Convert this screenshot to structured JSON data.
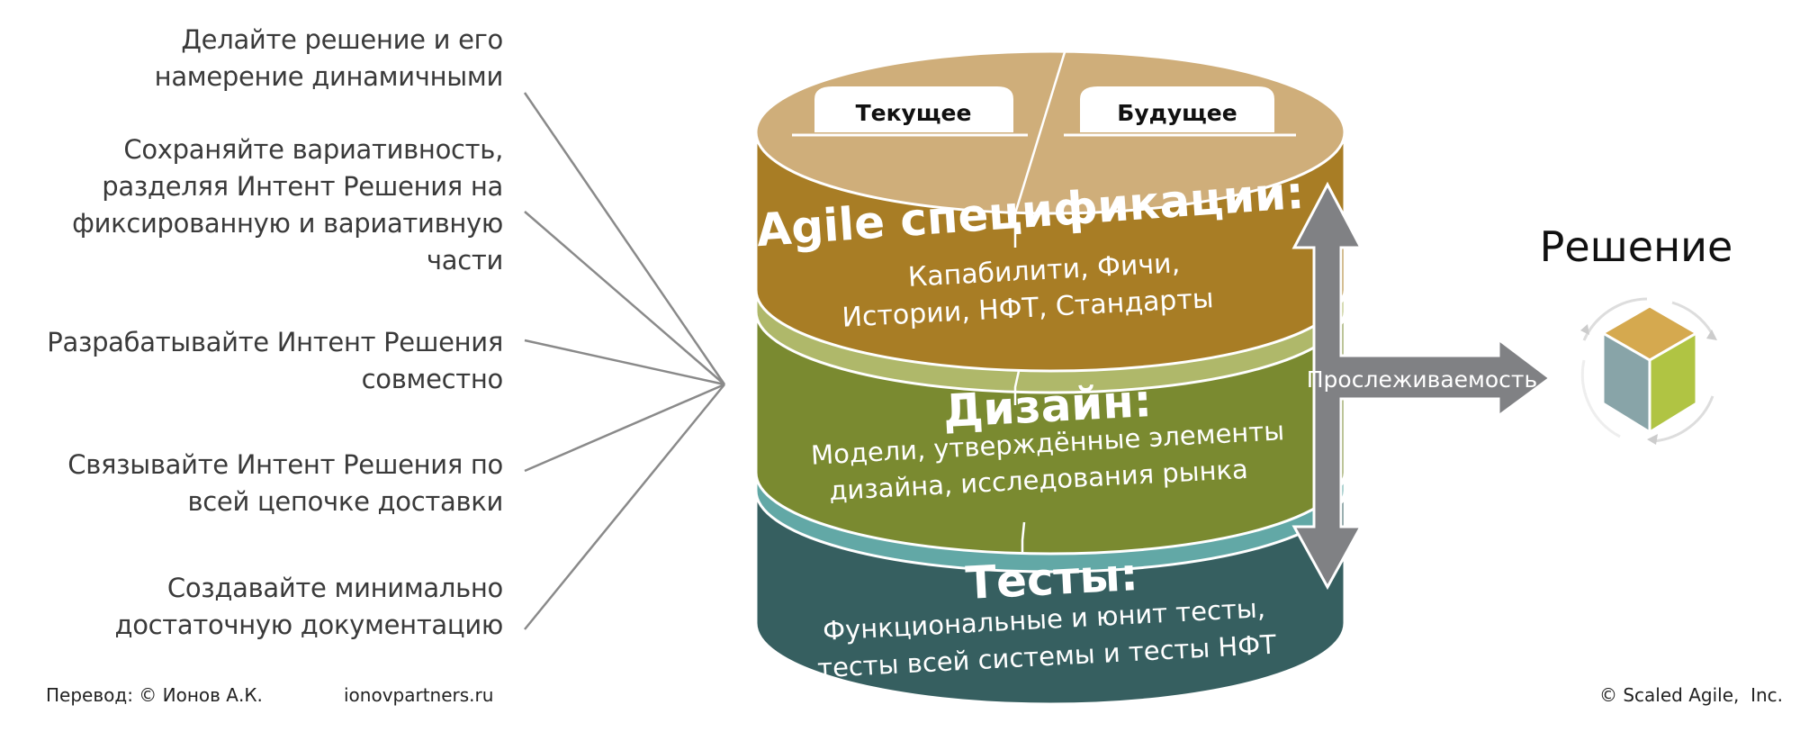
{
  "principles": [
    [
      "Делайте решение и его",
      "намерение динамичными"
    ],
    [
      "Сохраняйте вариативность,",
      "разделяя Интент Решения на",
      "фиксированную и вариативную",
      "части"
    ],
    [
      "Разрабатывайте Интент Решения",
      "совместно"
    ],
    [
      "Связывайте Интент Решения по",
      "всей цепочке доставки"
    ],
    [
      "Создавайте минимально",
      "достаточную документацию"
    ]
  ],
  "cylinder": {
    "tab_current": "Текущее",
    "tab_future": "Будущее",
    "layers": [
      {
        "title": "Agile спецификации:",
        "lines": [
          "Капабилити, Фичи,",
          "Истории, НФТ, Стандарты"
        ],
        "color": "#a87d25"
      },
      {
        "title": "Дизайн:",
        "lines": [
          "Модели, утверждённые элементы",
          "дизайна, исследования рынка"
        ],
        "color": "#7a8a30"
      },
      {
        "title": "Тесты:",
        "lines": [
          "Функциональные и юнит тесты,",
          "тесты всей системы и тесты НФТ"
        ],
        "color": "#365f60"
      }
    ]
  },
  "traceability_label": "Прослеживаемость",
  "solution_label": "Решение",
  "footer": {
    "translation": "Перевод: © Ионов А.К.",
    "site": "ionovpartners.ru",
    "copyright": "© Scaled Agile,  Inc."
  }
}
